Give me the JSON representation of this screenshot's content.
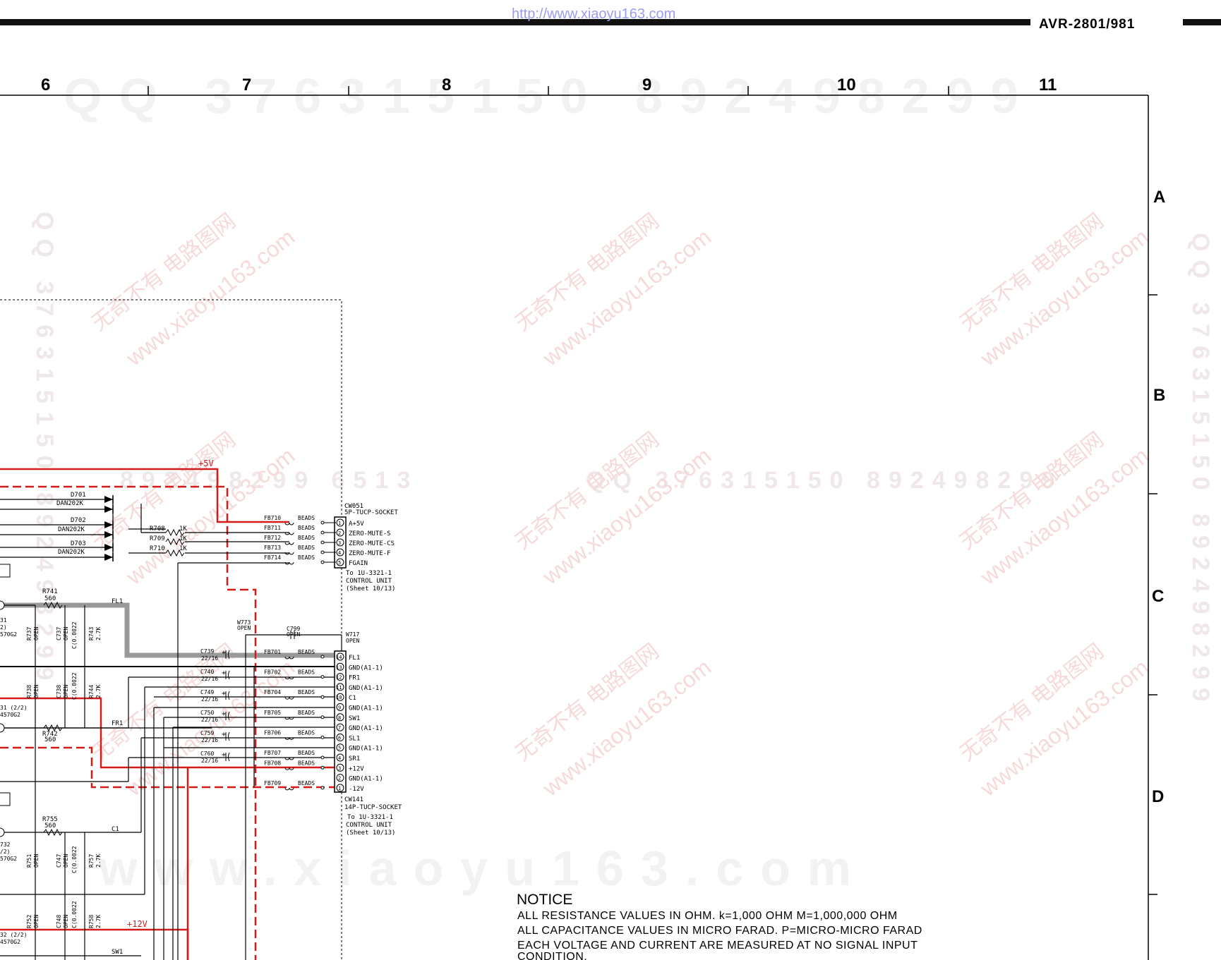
{
  "header": {
    "model": "AVR-2801/981",
    "url": "http://www.xiaoyu163.com"
  },
  "grid": {
    "columns": [
      "6",
      "7",
      "8",
      "9",
      "10",
      "11"
    ],
    "rows": [
      "A",
      "B",
      "C",
      "D"
    ]
  },
  "watermarks": {
    "qq_top": "QQ 376315150  892498299",
    "qq_mid_left": "892498299 6513",
    "qq_mid_right": "QQ 376315150  892498299",
    "site_bottom": "www.xiaoyu163.com",
    "cn": "无奇不有 电路图网",
    "site": "www.xiaoyu163.com",
    "side": "QQ 376315150 892498299"
  },
  "nets": {
    "plus5v": "+5V",
    "plus12v": "+12V",
    "fl1": "FL1",
    "fr1": "FR1",
    "c1": "C1",
    "sw1": "SW1"
  },
  "diodes": [
    {
      "ref": "D701",
      "part": "DAN202K"
    },
    {
      "ref": "D702",
      "part": "DAN202K"
    },
    {
      "ref": "D703",
      "part": "DAN202K"
    }
  ],
  "resistors_small": [
    {
      "ref": "R708",
      "value": "1K"
    },
    {
      "ref": "R709",
      "value": "1K"
    },
    {
      "ref": "R710",
      "value": "1K"
    }
  ],
  "resistors": [
    {
      "ref": "R741",
      "value": "560"
    },
    {
      "ref": "R742",
      "value": "560"
    },
    {
      "ref": "R755",
      "value": "560"
    },
    {
      "ref": "R737",
      "value": "OPEN"
    },
    {
      "ref": "R738",
      "value": "OPEN"
    },
    {
      "ref": "R743",
      "value": "2.7K"
    },
    {
      "ref": "R744",
      "value": "2.7K"
    },
    {
      "ref": "R751",
      "value": "OPEN"
    },
    {
      "ref": "R757",
      "value": "2.7K"
    },
    {
      "ref": "R752",
      "value": "OPEN"
    },
    {
      "ref": "R758",
      "value": "2.7K"
    }
  ],
  "caps": [
    {
      "ref": "C737",
      "value": "OPEN"
    },
    {
      "ref": "C738",
      "value": "OPEN"
    },
    {
      "ref": "C747",
      "value": "OPEN"
    },
    {
      "ref": "C748",
      "value": "OPEN"
    },
    {
      "ref": "C737v",
      "value": "C(0.0022"
    },
    {
      "ref": "C738v",
      "value": "C(0.0022"
    },
    {
      "ref": "C747v",
      "value": "C(0.0022"
    },
    {
      "ref": "C748v",
      "value": "C(0.0022"
    }
  ],
  "ic_labels": [
    "31",
    "2)",
    "570G2",
    "31 (2/2)",
    "4570G2",
    "732",
    "/2)",
    "570G2",
    "32 (2/2)",
    "4570G2"
  ],
  "connector_cw051": {
    "ref": "CW051",
    "type": "5P-TUCP-SOCKET",
    "pins": [
      {
        "num": "1",
        "fb": "FB710",
        "name": "A+5V"
      },
      {
        "num": "2",
        "fb": "FB711",
        "name": "ZERO-MUTE-S"
      },
      {
        "num": "3",
        "fb": "FB712",
        "name": "ZERO-MUTE-CS"
      },
      {
        "num": "4",
        "fb": "FB713",
        "name": "ZERO-MUTE-F"
      },
      {
        "num": "5",
        "fb": "FB714",
        "name": "FGAIN"
      }
    ],
    "to": [
      "To 1U-3321-1",
      "CONTROL UNIT",
      "(Sheet 10/13)"
    ]
  },
  "connector_cw141": {
    "ref": "CW141",
    "type": "14P-TUCP-SOCKET",
    "pins": [
      {
        "num": "14",
        "name": "FL1"
      },
      {
        "num": "13",
        "name": "GND(A1-1)"
      },
      {
        "num": "12",
        "name": "FR1"
      },
      {
        "num": "11",
        "name": "GND(A1-1)"
      },
      {
        "num": "10",
        "name": "C1"
      },
      {
        "num": "9",
        "name": "GND(A1-1)"
      },
      {
        "num": "8",
        "name": "SW1"
      },
      {
        "num": "7",
        "name": "GND(A1-1)"
      },
      {
        "num": "6",
        "name": "SL1"
      },
      {
        "num": "5",
        "name": "GND(A1-1)"
      },
      {
        "num": "4",
        "name": "SR1"
      },
      {
        "num": "3",
        "name": "+12V"
      },
      {
        "num": "2",
        "name": "GND(A1-1)"
      },
      {
        "num": "1",
        "name": "-12V"
      }
    ],
    "to": [
      "To 1U-3321-1",
      "CONTROL UNIT",
      "(Sheet 10/13)"
    ]
  },
  "ferrite_beads": [
    "FB701",
    "FB702",
    "FB704",
    "FB705",
    "FB706",
    "FB707",
    "FB708",
    "FB709"
  ],
  "bead_label": "BEADS",
  "electrolytics": [
    {
      "ref": "C739",
      "value": "22/16"
    },
    {
      "ref": "C740",
      "value": "22/16"
    },
    {
      "ref": "C749",
      "value": "22/16"
    },
    {
      "ref": "C750",
      "value": "22/16"
    },
    {
      "ref": "C759",
      "value": "22/16"
    },
    {
      "ref": "C760",
      "value": "22/16"
    }
  ],
  "open_parts": [
    {
      "ref": "W773",
      "value": "OPEN"
    },
    {
      "ref": "C799",
      "value": "OPEN"
    },
    {
      "ref": "W717",
      "value": "OPEN"
    }
  ],
  "notice": {
    "title": "NOTICE",
    "lines": [
      "ALL RESISTANCE VALUES IN OHM. k=1,000 OHM M=1,000,000 OHM",
      "ALL CAPACITANCE VALUES IN MICRO FARAD. P=MICRO-MICRO FARAD",
      "EACH VOLTAGE AND CURRENT ARE MEASURED AT NO SIGNAL INPUT",
      "CONDITION."
    ]
  }
}
